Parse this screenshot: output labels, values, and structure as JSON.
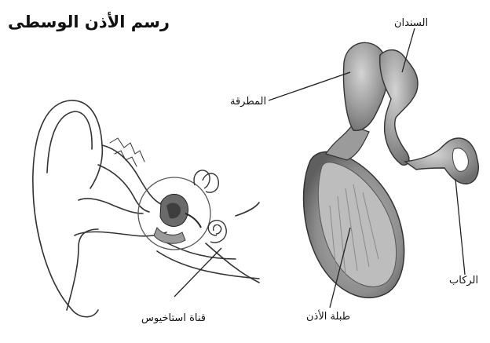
{
  "title": "رسم الأذن الوسطى",
  "labels": {
    "hammer": "المطرقة",
    "anvil": "السندان",
    "stirrup": "الركاب",
    "eardrum": "طبلة الأذن",
    "eustachian": "قناة استاخيوس"
  }
}
